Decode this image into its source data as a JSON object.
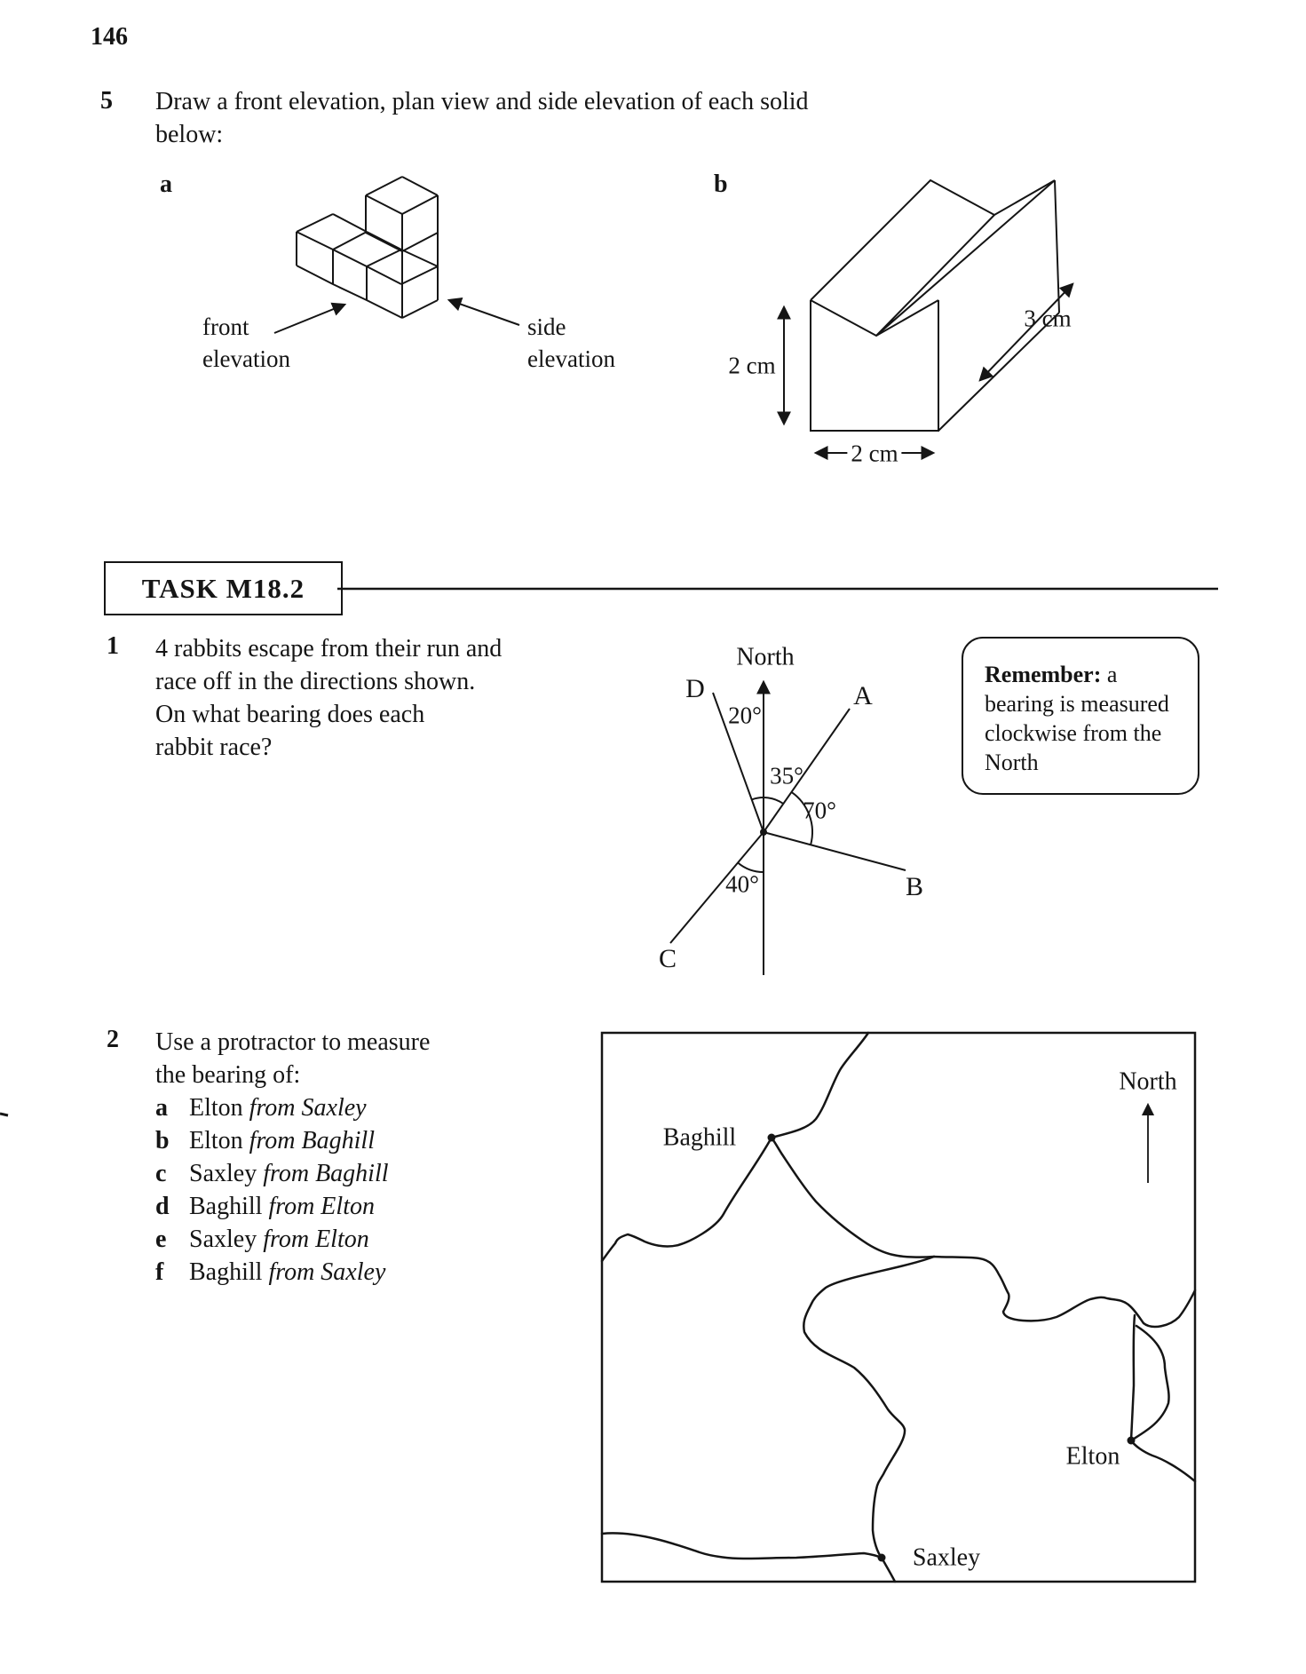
{
  "page_number": "146",
  "q5": {
    "number": "5",
    "line1": "Draw a front elevation, plan view and side elevation of each solid",
    "line2": "below:",
    "part_a": "a",
    "part_b": "b",
    "front_label_1": "front",
    "front_label_2": "elevation",
    "side_label_1": "side",
    "side_label_2": "elevation",
    "dims": {
      "height": "2 cm",
      "width": "2 cm",
      "depth": "3 cm"
    }
  },
  "task": {
    "title": "TASK M18.2"
  },
  "q1": {
    "number": "1",
    "line1": "4 rabbits escape from their run and",
    "line2": "race off in the directions shown.",
    "line3": "On what bearing does each",
    "line4": "rabbit race?",
    "diagram": {
      "north_label": "North",
      "ray_a": "A",
      "ray_b": "B",
      "ray_c": "C",
      "ray_d": "D",
      "angle_d_north": "20°",
      "angle_north_a": "35°",
      "angle_a_b": "70°",
      "angle_south_c": "40°"
    },
    "remember": {
      "label": "Remember:",
      "line1_rest": " a",
      "line2": "bearing is measured",
      "line3": "clockwise from the",
      "line4": "North"
    }
  },
  "q2": {
    "number": "2",
    "line1": "Use a protractor to measure",
    "line2": "the bearing of:",
    "items": [
      {
        "label": "a",
        "place": "Elton ",
        "from": "from Saxley"
      },
      {
        "label": "b",
        "place": "Elton ",
        "from": "from Baghill"
      },
      {
        "label": "c",
        "place": "Saxley ",
        "from": "from Baghill"
      },
      {
        "label": "d",
        "place": "Baghill ",
        "from": "from Elton"
      },
      {
        "label": "e",
        "place": "Saxley ",
        "from": "from Elton"
      },
      {
        "label": "f",
        "place": "Baghill ",
        "from": "from Saxley"
      }
    ],
    "map": {
      "north_label": "North",
      "town_baghill": "Baghill",
      "town_elton": "Elton",
      "town_saxley": "Saxley"
    }
  }
}
